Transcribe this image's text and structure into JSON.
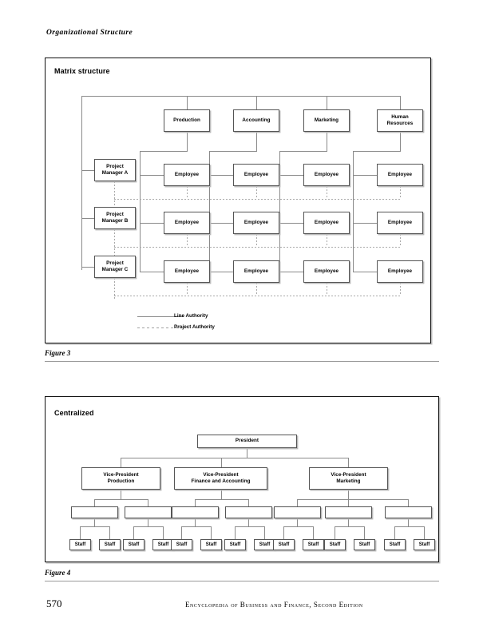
{
  "page": {
    "running_head": "Organizational Structure",
    "folio": "570",
    "imprint": "Encyclopedia of Business and Finance, Second Edition"
  },
  "figure3": {
    "title": "Matrix structure",
    "caption": "Figure 3",
    "departments": [
      "Production",
      "Accounting",
      "Marketing",
      "Human\nResources"
    ],
    "department_labels": [
      {
        "line1": "Production",
        "line2": ""
      },
      {
        "line1": "Accounting",
        "line2": ""
      },
      {
        "line1": "Marketing",
        "line2": ""
      },
      {
        "line1": "Human",
        "line2": "Resources"
      }
    ],
    "project_managers": [
      {
        "line1": "Project",
        "line2": "Manager A"
      },
      {
        "line1": "Project",
        "line2": "Manager B"
      },
      {
        "line1": "Project",
        "line2": "Manager C"
      }
    ],
    "employee_label": "Employee",
    "employee_grid_rows": 3,
    "employee_grid_cols": 4,
    "legend": [
      {
        "key": "line-authority",
        "label": "Line Authority",
        "style": "solid"
      },
      {
        "key": "project-authority",
        "label": "Project Authority",
        "style": "dashed"
      }
    ]
  },
  "figure4": {
    "title": "Centralized",
    "caption": "Figure 4",
    "president": "President",
    "vice_presidents": [
      {
        "line1": "Vice-President",
        "line2": "Production"
      },
      {
        "line1": "Vice-President",
        "line2": "Finance and Accounting"
      },
      {
        "line1": "Vice-President",
        "line2": "Marketing"
      }
    ],
    "manager_boxes": [
      "",
      "",
      "",
      "",
      "",
      "",
      ""
    ],
    "staff_label": "Staff",
    "staff_count": 14
  },
  "colors": {
    "ink": "#000000",
    "frame": "#111111",
    "box_border": "#555555",
    "connector": "#8a8a8a",
    "dashed": "#a9a9a9",
    "shadow": "#b9b9b9",
    "rule": "#9a9a9a"
  }
}
